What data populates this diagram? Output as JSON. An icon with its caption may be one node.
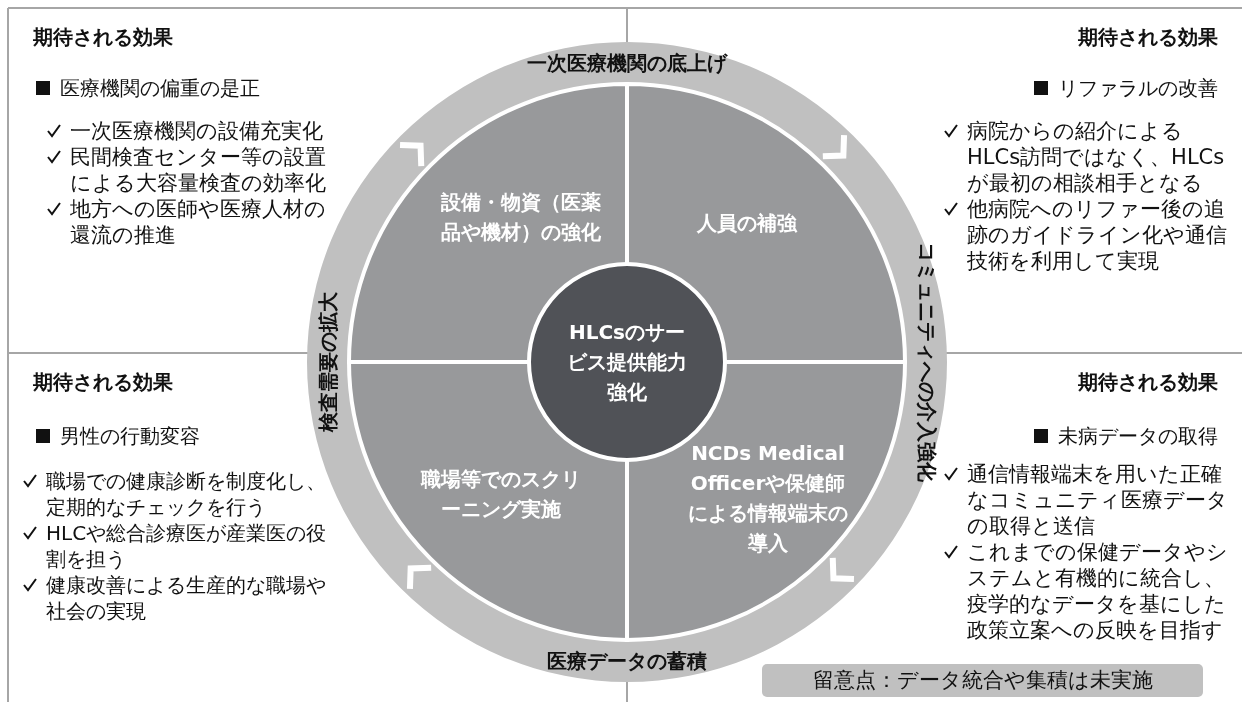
{
  "diagram": {
    "nodes": [
      {
        "text": [
          "期待される効果",
          "医療機関の偏重の是正",
          "一次医療機関の設備充実化",
          "民間検査センター等の設置による大容量検査の効率化",
          "地方への医師や医療人材の還流の推進"
        ]
      },
      {
        "text": [
          "期待される効果",
          "リファラルの改善",
          "病院からの紹介によるHLCs訪問ではなく、HLCsが最初の相談相手となる",
          "他病院へのリファー後の追跡のガイドライン化や通信技術を利用して実現"
        ]
      },
      {
        "text": [
          "期待される効果",
          "男性の行動変容",
          "職場での健康診断を制度化し、定期的なチェックを行う",
          "HLCや総合診療医が産業医の役割を担う",
          "健康改善による生産的な職場や社会の実現"
        ]
      },
      {
        "text": [
          "期待される効果",
          "未病データの取得",
          "通信情報端末を用いた正確なコミュニティ医療データの取得と送信",
          "これまでの保健データやシステムと有機的に統合し、疫学的なデータを基にした政策立案への反映を目指す"
        ]
      },
      {
        "text": [
          "一次医療機関の底上げ",
          "コミュニティへの介入強化",
          "医療データの蓄積",
          "検査需要の拡大"
        ]
      },
      {
        "text": [
          "設備・物資（医薬品や機材）の強化"
        ],
        "in": 4
      },
      {
        "text": [
          "人員の補強"
        ],
        "in": 4
      },
      {
        "text": [
          "職場等でのスクリーニング実施"
        ],
        "in": 4
      },
      {
        "text": [
          "NCDs Medical Officerや保健師による情報端末の導入"
        ],
        "in": 4
      },
      {
        "text": [
          "HLCsのサービス提供能力強化"
        ],
        "in": 4
      },
      {
        "text": [
          "留意点：データ統合や集積は未実施"
        ]
      }
    ]
  }
}
